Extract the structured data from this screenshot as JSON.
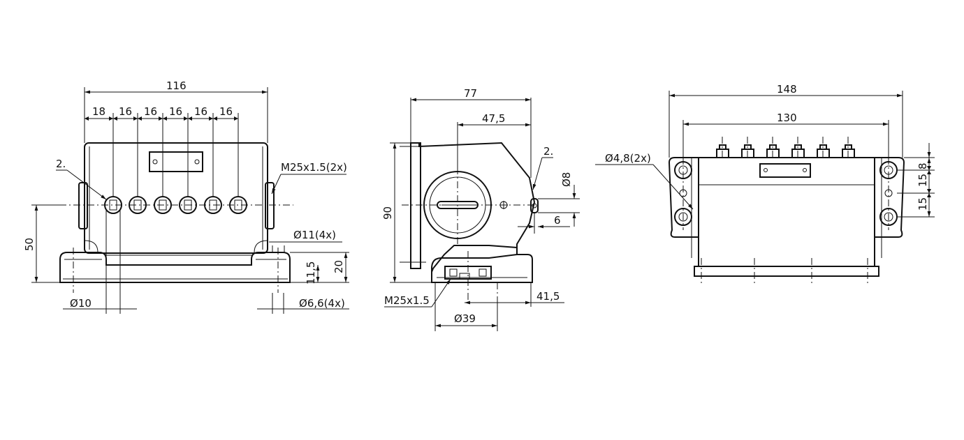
{
  "colors": {
    "line": "#111111",
    "background": "#ffffff"
  },
  "front_view": {
    "width": "116",
    "spacing": [
      "18",
      "16",
      "16",
      "16",
      "16",
      "16"
    ],
    "label_2": "2.",
    "thread": "M25x1.5(2x)",
    "hole_large": "11(4x)",
    "hole_small": "6,6(4x)",
    "height_total": "50",
    "height_base": "20",
    "depth_step": "11,5",
    "diameter_10": "10"
  },
  "side_view": {
    "width": "77",
    "offset": "47,5",
    "height": "90",
    "label_2": "2.",
    "diameter_8": "8",
    "dim_6": "6",
    "thread": "M25x1.5",
    "diameter_39": "39",
    "dim_415": "41,5"
  },
  "top_view": {
    "width": "148",
    "inner_width": "130",
    "hole": "4,8(2x)",
    "dim_8": "8",
    "dim_15a": "15",
    "dim_15b": "15"
  },
  "symbols": {
    "diameter": "Ø"
  }
}
